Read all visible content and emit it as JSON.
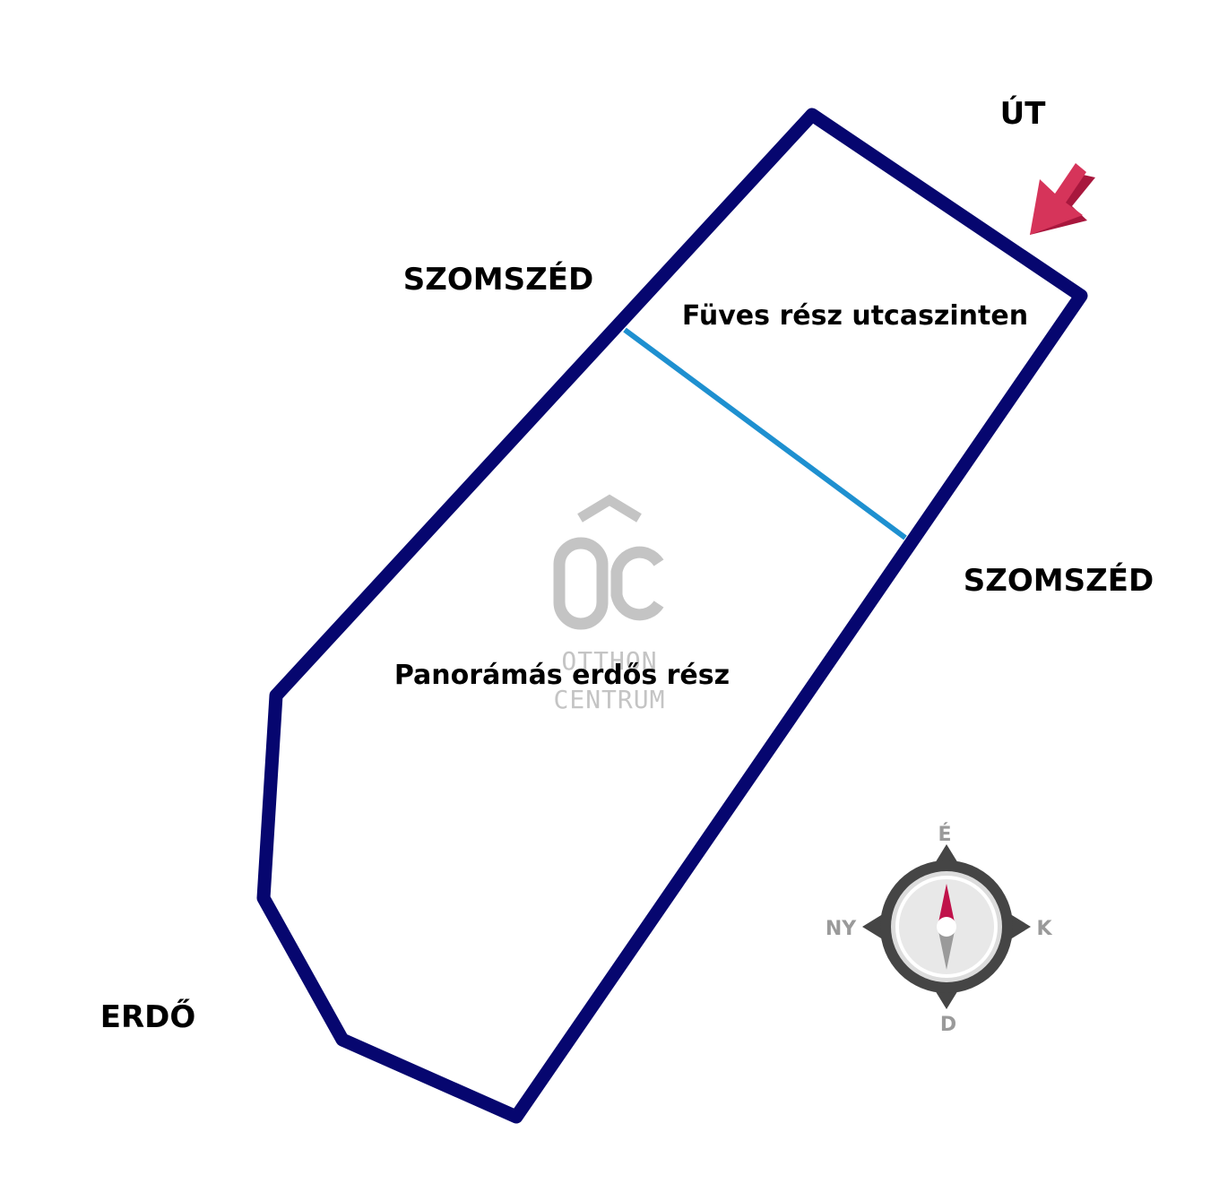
{
  "labels": {
    "road": "ÚT",
    "neighbor_left": "SZOMSZÉD",
    "neighbor_right": "SZOMSZÉD",
    "forest": "ERDŐ",
    "grassy_area": "Füves rész utcaszinten",
    "forest_area": "Panorámás erdős rész"
  },
  "compass": {
    "north": "É",
    "east": "K",
    "south": "D",
    "west": "NY"
  },
  "watermark": {
    "line1": "OTTHON",
    "line2": "CENTRUM"
  },
  "colors": {
    "boundary": "#06066f",
    "divider": "#1e90d0",
    "arrow": "#d6345a",
    "needle_north": "#c0124a",
    "watermark": "#c4c4c4"
  },
  "icons": {
    "entrance_arrow": "arrow-down-left-icon",
    "compass": "compass-icon",
    "logo": "otthon-centrum-logo"
  }
}
